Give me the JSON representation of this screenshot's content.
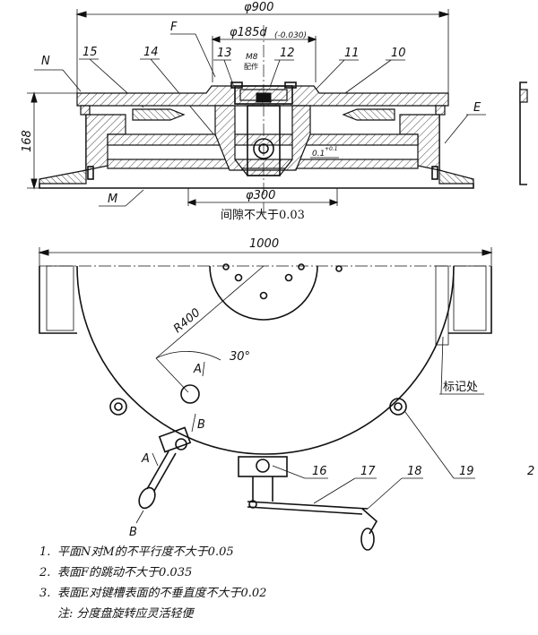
{
  "labels": {
    "top_dia": "φ900",
    "label_F": "F",
    "dia_185": "φ185d",
    "dia_185_tol": "(-0.030)",
    "m8": "M8",
    "m8_note": "配作",
    "label_N": "N",
    "p15": "15",
    "p14": "14",
    "p13": "13",
    "p12": "12",
    "p11": "11",
    "p10": "10",
    "label_E": "E",
    "height": "168",
    "gap_val": "0.1",
    "gap_tol": "+0.1",
    "label_M": "M",
    "dia_300": "φ300",
    "clearance": "间隙不大于0.03",
    "width_1000": "1000",
    "radius": "R400",
    "angle": "30°",
    "section_A1": "A",
    "section_B1": "B",
    "section_A2": "A",
    "section_B2": "B",
    "p16": "16",
    "p17": "17",
    "p18": "18",
    "p19": "19",
    "mark": "标记处",
    "edge_2": "2"
  },
  "notes": [
    {
      "num": "1.",
      "text": "平面N对M的不平行度不大于0.05"
    },
    {
      "num": "2.",
      "text": "表面F的跳动不大于0.035"
    },
    {
      "num": "3.",
      "text": "表面E对键槽表面的不垂直度不大于0.02"
    },
    {
      "num": "",
      "text": "注: 分度盘旋转应灵活轻便"
    }
  ]
}
